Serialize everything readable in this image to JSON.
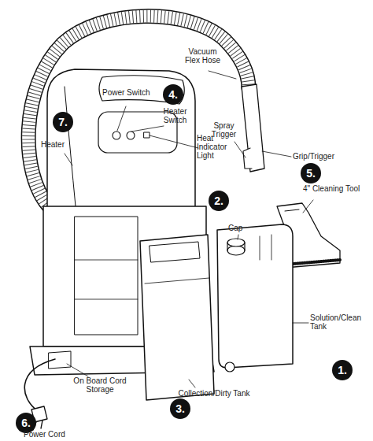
{
  "diagram": {
    "nodes": [
      {
        "text": [
          "4."
        ]
      },
      {
        "text": [
          "7."
        ]
      },
      {
        "text": [
          "5."
        ]
      },
      {
        "text": [
          "2."
        ]
      },
      {
        "text": [
          "1."
        ]
      },
      {
        "text": [
          "3."
        ]
      },
      {
        "text": [
          "6."
        ]
      }
    ],
    "labels": [
      "Vacuum Flex Hose",
      "Power Switch",
      "Heater Switch",
      "Spray Trigger",
      "Heat Indicator Light",
      "Heater",
      "Grip/Trigger",
      "4\" Cleaning Tool",
      "Cap",
      "Solution/Clean Tank",
      "On Board Cord Storage",
      "Collection/Dirty Tank",
      "Power Cord"
    ]
  }
}
